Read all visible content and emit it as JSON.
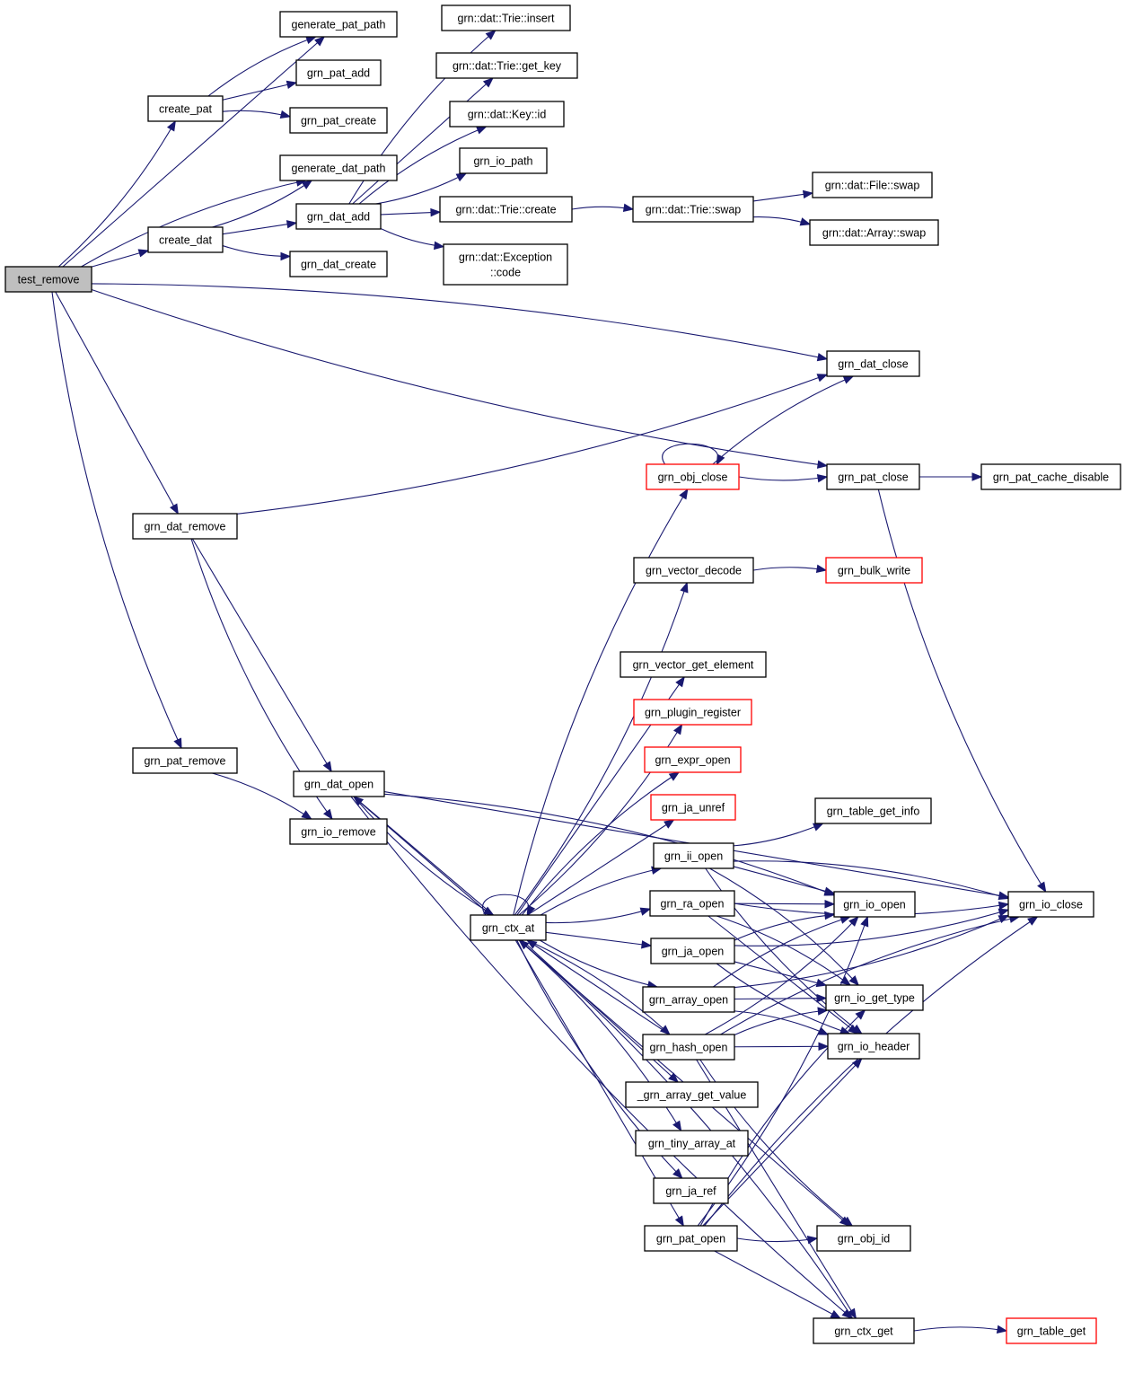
{
  "title": "test_remove call graph",
  "colors": {
    "edge": "#191970",
    "root_fill": "#bfbfbf",
    "external_border": "#ff0000",
    "node_border": "#000000"
  },
  "nodes": [
    {
      "id": "test_remove",
      "label": "test_remove",
      "kind": "root"
    },
    {
      "id": "create_pat",
      "label": "create_pat"
    },
    {
      "id": "create_dat",
      "label": "create_dat"
    },
    {
      "id": "generate_pat_path",
      "label": "generate_pat_path"
    },
    {
      "id": "grn_pat_add",
      "label": "grn_pat_add"
    },
    {
      "id": "grn_pat_create",
      "label": "grn_pat_create"
    },
    {
      "id": "generate_dat_path",
      "label": "generate_dat_path"
    },
    {
      "id": "grn_dat_add",
      "label": "grn_dat_add"
    },
    {
      "id": "grn_dat_create",
      "label": "grn_dat_create"
    },
    {
      "id": "trie_insert",
      "label": "grn::dat::Trie::insert"
    },
    {
      "id": "trie_get_key",
      "label": "grn::dat::Trie::get_key"
    },
    {
      "id": "key_id",
      "label": "grn::dat::Key::id"
    },
    {
      "id": "grn_io_path",
      "label": "grn_io_path"
    },
    {
      "id": "trie_create",
      "label": "grn::dat::Trie::create"
    },
    {
      "id": "exception_code",
      "label": "grn::dat::Exception\n::code"
    },
    {
      "id": "trie_swap",
      "label": "grn::dat::Trie::swap"
    },
    {
      "id": "file_swap",
      "label": "grn::dat::File::swap"
    },
    {
      "id": "array_swap",
      "label": "grn::dat::Array::swap"
    },
    {
      "id": "grn_dat_close",
      "label": "grn_dat_close"
    },
    {
      "id": "grn_obj_close",
      "label": "grn_obj_close",
      "kind": "external"
    },
    {
      "id": "grn_pat_close",
      "label": "grn_pat_close"
    },
    {
      "id": "grn_pat_cache_disable",
      "label": "grn_pat_cache_disable"
    },
    {
      "id": "grn_dat_remove",
      "label": "grn_dat_remove"
    },
    {
      "id": "grn_vector_decode",
      "label": "grn_vector_decode"
    },
    {
      "id": "grn_bulk_write",
      "label": "grn_bulk_write",
      "kind": "external"
    },
    {
      "id": "grn_vector_get_element",
      "label": "grn_vector_get_element"
    },
    {
      "id": "grn_plugin_register",
      "label": "grn_plugin_register",
      "kind": "external"
    },
    {
      "id": "grn_expr_open",
      "label": "grn_expr_open",
      "kind": "external"
    },
    {
      "id": "grn_ja_unref",
      "label": "grn_ja_unref",
      "kind": "external"
    },
    {
      "id": "grn_pat_remove",
      "label": "grn_pat_remove"
    },
    {
      "id": "grn_dat_open",
      "label": "grn_dat_open"
    },
    {
      "id": "grn_io_remove",
      "label": "grn_io_remove"
    },
    {
      "id": "grn_table_get_info",
      "label": "grn_table_get_info"
    },
    {
      "id": "grn_ii_open",
      "label": "grn_ii_open"
    },
    {
      "id": "grn_ctx_at",
      "label": "grn_ctx_at"
    },
    {
      "id": "grn_ra_open",
      "label": "grn_ra_open"
    },
    {
      "id": "grn_io_open",
      "label": "grn_io_open"
    },
    {
      "id": "grn_io_close",
      "label": "grn_io_close"
    },
    {
      "id": "grn_ja_open",
      "label": "grn_ja_open"
    },
    {
      "id": "grn_array_open",
      "label": "grn_array_open"
    },
    {
      "id": "grn_io_get_type",
      "label": "grn_io_get_type"
    },
    {
      "id": "grn_hash_open",
      "label": "grn_hash_open"
    },
    {
      "id": "grn_io_header",
      "label": "grn_io_header"
    },
    {
      "id": "_grn_array_get_value",
      "label": "_grn_array_get_value"
    },
    {
      "id": "grn_tiny_array_at",
      "label": "grn_tiny_array_at"
    },
    {
      "id": "grn_ja_ref",
      "label": "grn_ja_ref"
    },
    {
      "id": "grn_pat_open",
      "label": "grn_pat_open"
    },
    {
      "id": "grn_obj_id",
      "label": "grn_obj_id"
    },
    {
      "id": "grn_ctx_get",
      "label": "grn_ctx_get"
    },
    {
      "id": "grn_table_get",
      "label": "grn_table_get",
      "kind": "external"
    }
  ],
  "edges": [
    [
      "test_remove",
      "generate_pat_path"
    ],
    [
      "test_remove",
      "create_pat"
    ],
    [
      "test_remove",
      "generate_dat_path"
    ],
    [
      "test_remove",
      "create_dat"
    ],
    [
      "test_remove",
      "grn_dat_close"
    ],
    [
      "test_remove",
      "grn_pat_close"
    ],
    [
      "test_remove",
      "grn_dat_remove"
    ],
    [
      "test_remove",
      "grn_pat_remove"
    ],
    [
      "create_pat",
      "generate_pat_path"
    ],
    [
      "create_pat",
      "grn_pat_add"
    ],
    [
      "create_pat",
      "grn_pat_create"
    ],
    [
      "create_dat",
      "generate_dat_path"
    ],
    [
      "create_dat",
      "grn_dat_add"
    ],
    [
      "create_dat",
      "grn_dat_create"
    ],
    [
      "grn_dat_add",
      "trie_insert"
    ],
    [
      "grn_dat_add",
      "trie_get_key"
    ],
    [
      "grn_dat_add",
      "key_id"
    ],
    [
      "grn_dat_add",
      "grn_io_path"
    ],
    [
      "grn_dat_add",
      "trie_create"
    ],
    [
      "grn_dat_add",
      "exception_code"
    ],
    [
      "trie_create",
      "trie_swap"
    ],
    [
      "trie_swap",
      "file_swap"
    ],
    [
      "trie_swap",
      "array_swap"
    ],
    [
      "grn_dat_remove",
      "grn_dat_close"
    ],
    [
      "grn_dat_remove",
      "grn_dat_open"
    ],
    [
      "grn_dat_remove",
      "grn_io_remove"
    ],
    [
      "grn_pat_remove",
      "grn_io_remove"
    ],
    [
      "grn_obj_close",
      "grn_obj_close"
    ],
    [
      "grn_obj_close",
      "grn_dat_close"
    ],
    [
      "grn_obj_close",
      "grn_pat_close"
    ],
    [
      "grn_pat_close",
      "grn_pat_cache_disable"
    ],
    [
      "grn_pat_close",
      "grn_io_close"
    ],
    [
      "grn_vector_decode",
      "grn_bulk_write"
    ],
    [
      "grn_dat_open",
      "grn_io_close"
    ],
    [
      "grn_dat_open",
      "grn_io_open"
    ],
    [
      "grn_dat_open",
      "grn_ctx_at"
    ],
    [
      "grn_dat_open",
      "grn_obj_id"
    ],
    [
      "grn_dat_open",
      "grn_ctx_get"
    ],
    [
      "grn_ctx_at",
      "grn_ctx_at"
    ],
    [
      "grn_ctx_at",
      "grn_dat_open"
    ],
    [
      "grn_ctx_at",
      "grn_obj_close"
    ],
    [
      "grn_ctx_at",
      "grn_vector_decode"
    ],
    [
      "grn_ctx_at",
      "grn_vector_get_element"
    ],
    [
      "grn_ctx_at",
      "grn_plugin_register"
    ],
    [
      "grn_ctx_at",
      "grn_expr_open"
    ],
    [
      "grn_ctx_at",
      "grn_ja_unref"
    ],
    [
      "grn_ctx_at",
      "grn_ii_open"
    ],
    [
      "grn_ctx_at",
      "grn_ra_open"
    ],
    [
      "grn_ctx_at",
      "grn_ja_open"
    ],
    [
      "grn_ctx_at",
      "grn_array_open"
    ],
    [
      "grn_ctx_at",
      "grn_hash_open"
    ],
    [
      "grn_ctx_at",
      "_grn_array_get_value"
    ],
    [
      "grn_ctx_at",
      "grn_tiny_array_at"
    ],
    [
      "grn_ctx_at",
      "grn_ja_ref"
    ],
    [
      "grn_ctx_at",
      "grn_pat_open"
    ],
    [
      "grn_ii_open",
      "grn_table_get_info"
    ],
    [
      "grn_ii_open",
      "grn_io_close"
    ],
    [
      "grn_ii_open",
      "grn_io_open"
    ],
    [
      "grn_ii_open",
      "grn_io_get_type"
    ],
    [
      "grn_ii_open",
      "grn_io_header"
    ],
    [
      "grn_ra_open",
      "grn_io_open"
    ],
    [
      "grn_ra_open",
      "grn_io_close"
    ],
    [
      "grn_ra_open",
      "grn_io_get_type"
    ],
    [
      "grn_ra_open",
      "grn_io_header"
    ],
    [
      "grn_ja_open",
      "grn_io_open"
    ],
    [
      "grn_ja_open",
      "grn_io_close"
    ],
    [
      "grn_ja_open",
      "grn_io_get_type"
    ],
    [
      "grn_ja_open",
      "grn_io_header"
    ],
    [
      "grn_array_open",
      "grn_io_open"
    ],
    [
      "grn_array_open",
      "grn_io_get_type"
    ],
    [
      "grn_array_open",
      "grn_io_header"
    ],
    [
      "grn_array_open",
      "grn_io_close"
    ],
    [
      "grn_hash_open",
      "grn_ctx_at"
    ],
    [
      "grn_hash_open",
      "grn_io_open"
    ],
    [
      "grn_hash_open",
      "grn_io_get_type"
    ],
    [
      "grn_hash_open",
      "grn_io_header"
    ],
    [
      "grn_hash_open",
      "grn_io_close"
    ],
    [
      "grn_hash_open",
      "grn_obj_id"
    ],
    [
      "grn_hash_open",
      "grn_ctx_get"
    ],
    [
      "grn_pat_open",
      "grn_io_open"
    ],
    [
      "grn_pat_open",
      "grn_io_get_type"
    ],
    [
      "grn_pat_open",
      "grn_io_header"
    ],
    [
      "grn_pat_open",
      "grn_io_close"
    ],
    [
      "grn_pat_open",
      "grn_obj_id"
    ],
    [
      "grn_pat_open",
      "grn_ctx_get"
    ],
    [
      "grn_ctx_get",
      "grn_ctx_at"
    ],
    [
      "grn_ctx_get",
      "grn_table_get"
    ]
  ]
}
